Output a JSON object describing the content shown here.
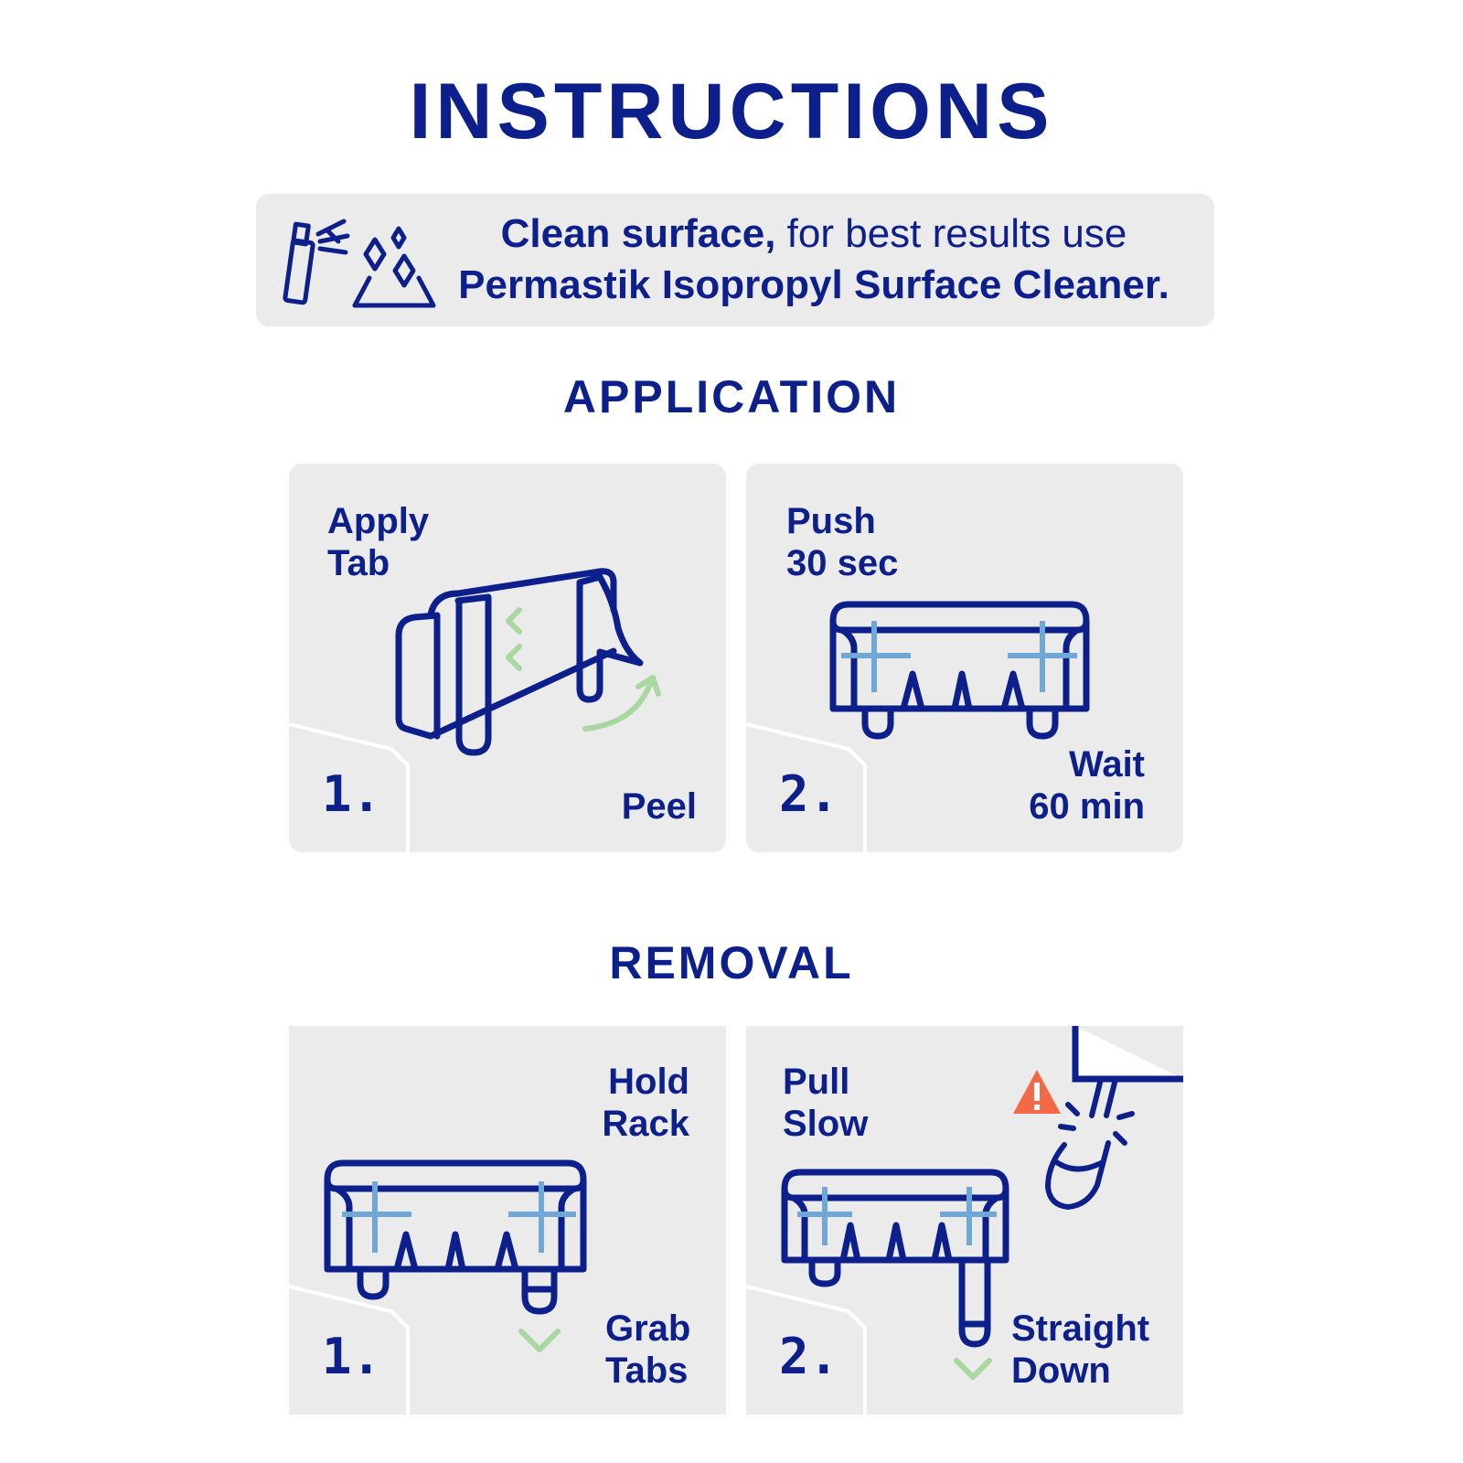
{
  "title": "INSTRUCTIONS",
  "clean": {
    "bold_part": "Clean surface,",
    "regular_part": " for best results use",
    "line2": "Permastik Isopropyl Surface Cleaner."
  },
  "application": {
    "heading": "APPLICATION",
    "steps": [
      {
        "number": "1.",
        "top_line1": "Apply",
        "top_line2": "Tab",
        "bottom_line1": "Peel"
      },
      {
        "number": "2.",
        "top_line1": "Push",
        "top_line2": "30 sec",
        "bottom_line1": "Wait",
        "bottom_line2": "60 min"
      }
    ]
  },
  "removal": {
    "heading": "REMOVAL",
    "steps": [
      {
        "number": "1.",
        "top_line1": "Hold",
        "top_line2": "Rack",
        "bottom_line1": "Grab",
        "bottom_line2": "Tabs"
      },
      {
        "number": "2.",
        "top_line1": "Pull",
        "top_line2": "Slow",
        "bottom_line1": "Straight",
        "bottom_line2": "Down"
      }
    ]
  },
  "colors": {
    "navy": "#0c1f8a",
    "light_blue": "#6fa8d6",
    "green": "#a8d8a0",
    "warning": "#f26a45",
    "panel_bg": "#ebebeb"
  }
}
